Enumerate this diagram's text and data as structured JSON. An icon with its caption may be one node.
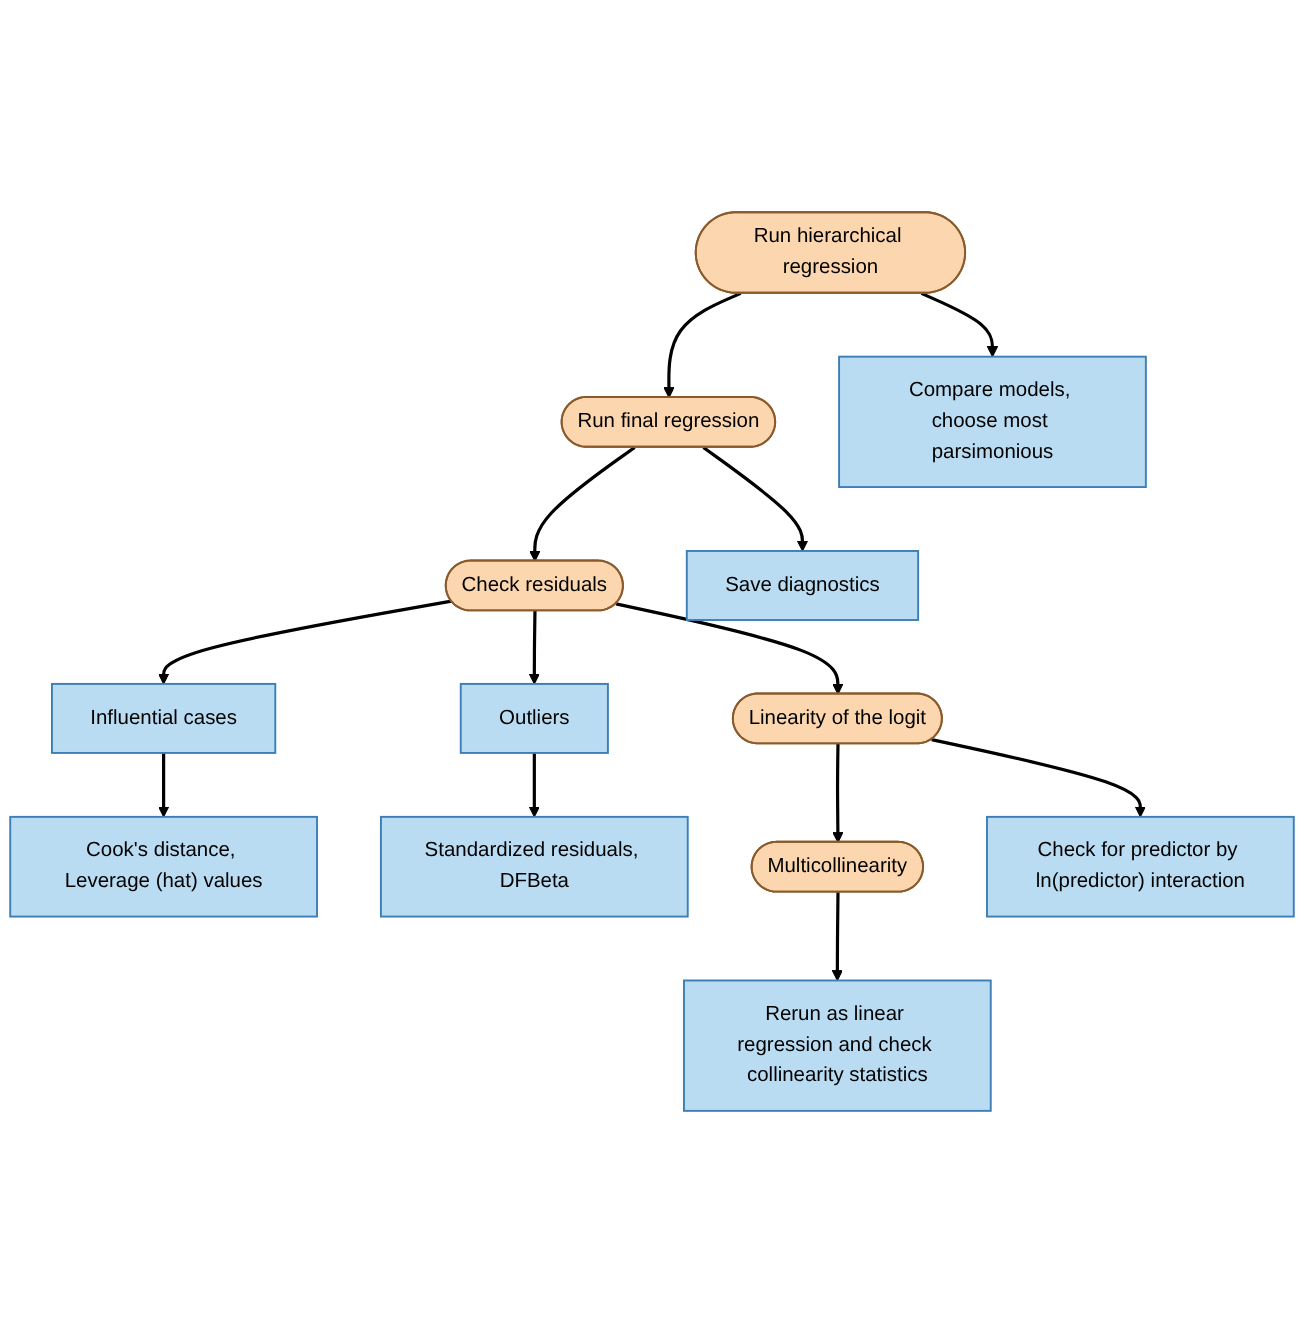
{
  "diagram": {
    "nodes": [
      {
        "text": [
          "Run hierarchical regression"
        ]
      },
      {
        "text": [
          "Compare models, choose most parsimonious"
        ]
      },
      {
        "text": [
          "Run final regression"
        ]
      },
      {
        "text": [
          "Save diagnostics"
        ]
      },
      {
        "text": [
          "Check residuals"
        ]
      },
      {
        "text": [
          "Influential cases"
        ]
      },
      {
        "text": [
          "Cook's distance, Leverage (hat) values"
        ]
      },
      {
        "text": [
          "Outliers"
        ]
      },
      {
        "text": [
          "Standardized residuals, DFBeta"
        ]
      },
      {
        "text": [
          "Linearity of the logit"
        ]
      },
      {
        "text": [
          "Check for predictor by ln(predictor) interaction"
        ]
      },
      {
        "text": [
          "Multicollinearity"
        ]
      },
      {
        "text": [
          "Rerun as linear regression and check collinearity statistics"
        ]
      }
    ],
    "edges": [
      {
        "from": 0,
        "to": 2,
        "arrow": "to"
      },
      {
        "from": 0,
        "to": 1,
        "arrow": "to"
      },
      {
        "from": 2,
        "to": 4,
        "arrow": "to"
      },
      {
        "from": 2,
        "to": 3,
        "arrow": "to"
      },
      {
        "from": 4,
        "to": 5,
        "arrow": "to"
      },
      {
        "from": 4,
        "to": 7,
        "arrow": "to"
      },
      {
        "from": 5,
        "to": 6,
        "arrow": "to"
      },
      {
        "from": 7,
        "to": 8,
        "arrow": "to"
      },
      {
        "from": 4,
        "to": 9,
        "arrow": "to"
      },
      {
        "from": 9,
        "to": 11,
        "arrow": "to"
      },
      {
        "from": 9,
        "to": 10,
        "arrow": "to"
      },
      {
        "from": 11,
        "to": 12,
        "arrow": "to"
      }
    ]
  }
}
